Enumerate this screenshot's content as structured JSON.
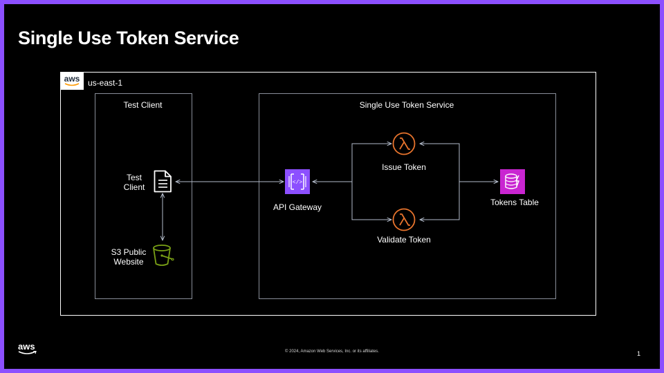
{
  "slide": {
    "title": "Single Use Token Service",
    "footer": "© 2024, Amazon Web Services, Inc. or its affiliates.",
    "page_number": "1",
    "logo_text": "aws"
  },
  "region": {
    "logo_text": "aws",
    "label": "us-east-1"
  },
  "groups": {
    "test_client": "Test Client",
    "service": "Single Use Token Service"
  },
  "nodes": {
    "test_client_line1": "Test",
    "test_client_line2": "Client",
    "s3_line1": "S3 Public",
    "s3_line2": "Website",
    "api_gateway": "API Gateway",
    "issue_token": "Issue Token",
    "validate_token": "Validate Token",
    "tokens_table": "Tokens Table"
  },
  "colors": {
    "background": "#000000",
    "frame": "#8c4fff",
    "lambda": "#e8742d",
    "api_gateway": "#8c4fff",
    "dynamodb": "#c925d1",
    "s3": "#7aa116",
    "connector": "#b3bccb"
  },
  "icons": [
    "document-icon",
    "s3-bucket-icon",
    "api-gateway-icon",
    "lambda-icon",
    "dynamodb-icon"
  ]
}
